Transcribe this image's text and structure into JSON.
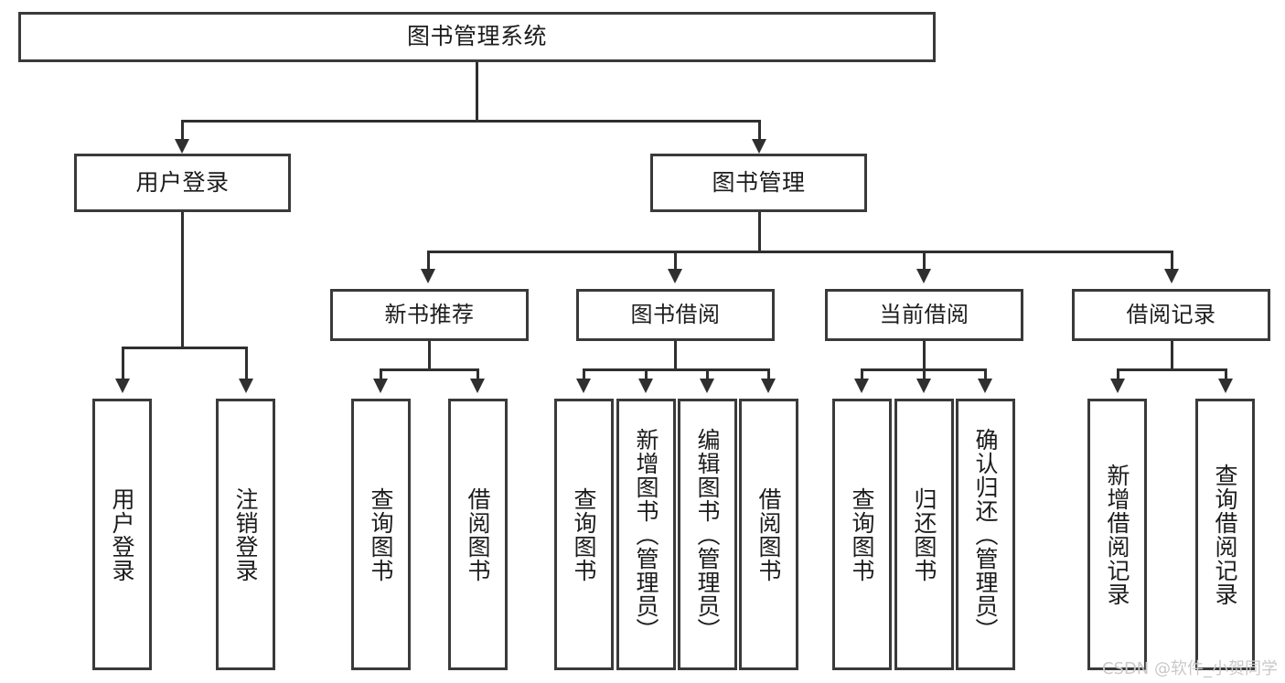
{
  "diagram": {
    "title": "图书管理系统",
    "type": "tree-hierarchy-diagram",
    "root": {
      "label": "图书管理系统"
    },
    "level2": [
      {
        "label": "用户登录"
      },
      {
        "label": "图书管理"
      }
    ],
    "level3": [
      {
        "label": "新书推荐"
      },
      {
        "label": "图书借阅"
      },
      {
        "label": "当前借阅"
      },
      {
        "label": "借阅记录"
      }
    ],
    "leaves": {
      "user_login": [
        {
          "label": "用户登录"
        },
        {
          "label": "注销登录"
        }
      ],
      "new_book_recommend": [
        {
          "label": "查询图书"
        },
        {
          "label": "借阅图书"
        }
      ],
      "book_borrow": [
        {
          "label": "查询图书"
        },
        {
          "label": "新增图书（管理员）"
        },
        {
          "label": "编辑图书（管理员）"
        },
        {
          "label": "借阅图书"
        }
      ],
      "current_borrow": [
        {
          "label": "查询图书"
        },
        {
          "label": "归还图书"
        },
        {
          "label": "确认归还（管理员）"
        }
      ],
      "borrow_record": [
        {
          "label": "新增借阅记录"
        },
        {
          "label": "查询借阅记录"
        }
      ]
    }
  },
  "watermark": {
    "text": "CSDN @软件_小贺同学"
  },
  "colors": {
    "box_border": "#3a3a3a",
    "connector": "#2f2f2f",
    "background": "#ffffff",
    "text": "#1c1c1c",
    "watermark": "#c9c9c9"
  }
}
